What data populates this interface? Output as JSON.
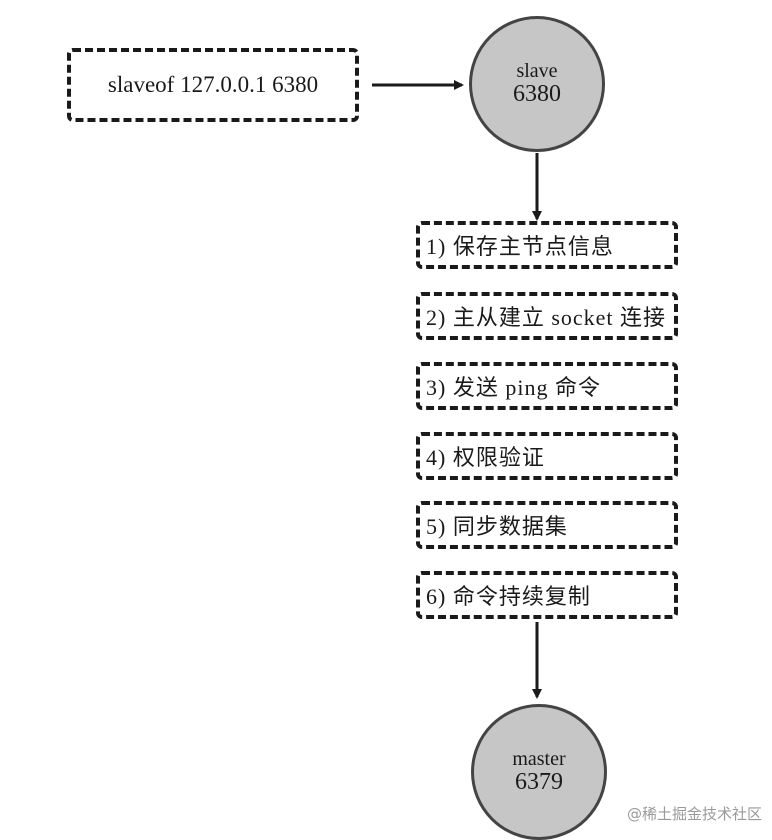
{
  "command": {
    "text": "slaveof 127.0.0.1 6380"
  },
  "slave": {
    "name": "slave",
    "port": "6380"
  },
  "master": {
    "name": "master",
    "port": "6379"
  },
  "steps": [
    {
      "label": "1) 保存主节点信息"
    },
    {
      "label": "2) 主从建立 socket 连接"
    },
    {
      "label": "3) 发送 ping 命令"
    },
    {
      "label": "4) 权限验证"
    },
    {
      "label": "5) 同步数据集"
    },
    {
      "label": "6) 命令持续复制"
    }
  ],
  "watermark": "@稀土掘金技术社区",
  "colors": {
    "node_fill": "#c6c6c6",
    "line": "#1a1a1a"
  }
}
